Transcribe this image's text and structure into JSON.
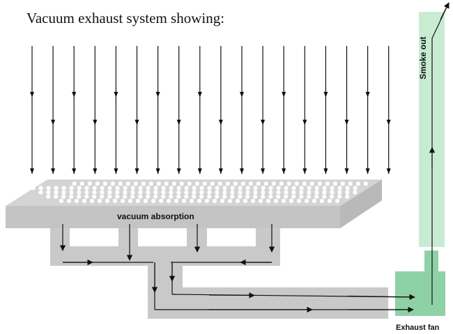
{
  "title": "Vacuum exhaust system showing:",
  "labels": {
    "vacuum_absorption": "vacuum absorption",
    "smoke_out": "Smoke out",
    "exhaust_fan": "Exhaust fan"
  },
  "colors": {
    "duct_gray": "#c9c9c9",
    "plate_top": "#d4d4d4",
    "plate_side": "#b9b9b9",
    "fan_green": "#8fd1a6",
    "chimney_green": "#c8ecd2",
    "arrow": "#111111"
  }
}
